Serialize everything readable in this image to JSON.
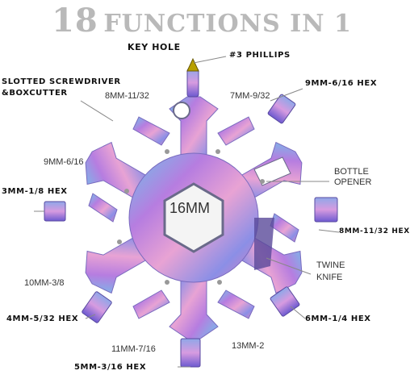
{
  "title": {
    "number": "18",
    "text": "FUNCTIONS IN 1"
  },
  "center_label": "16MM",
  "labels": {
    "key_hole": "KEY HOLE",
    "phillips": "#3 PHILLIPS",
    "slotted_1": "SLOTTED SCREWDRIVER",
    "slotted_2": "&BOXCUTTER",
    "hex_9_top": "9MM-6/16 HEX",
    "mm8_11_32_top": "8MM-11/32",
    "mm7_9_32": "7MM-9/32",
    "mm9_6_16_left": "9MM-6/16",
    "bottle_1": "BOTTLE",
    "bottle_2": "OPENER",
    "hex_3_1_8": "3MM-1/8 HEX",
    "hex_8_11_32": "8MM-11/32 HEX",
    "twine_1": "TWINE",
    "twine_2": "KNIFE",
    "mm10_3_8": "10MM-3/8",
    "hex_4_5_32": "4MM-5/32 HEX",
    "hex_6_1_4": "6MM-1/4 HEX",
    "mm11_7_16": "11MM-7/16",
    "mm13_2": "13MM-2",
    "hex_5_3_16": "5MM-3/16 HEX"
  },
  "colors": {
    "title": "#b9b9b9",
    "accent_purple": "#b06ad8",
    "accent_blue": "#5aa8e8",
    "accent_pink": "#e59ad2"
  }
}
